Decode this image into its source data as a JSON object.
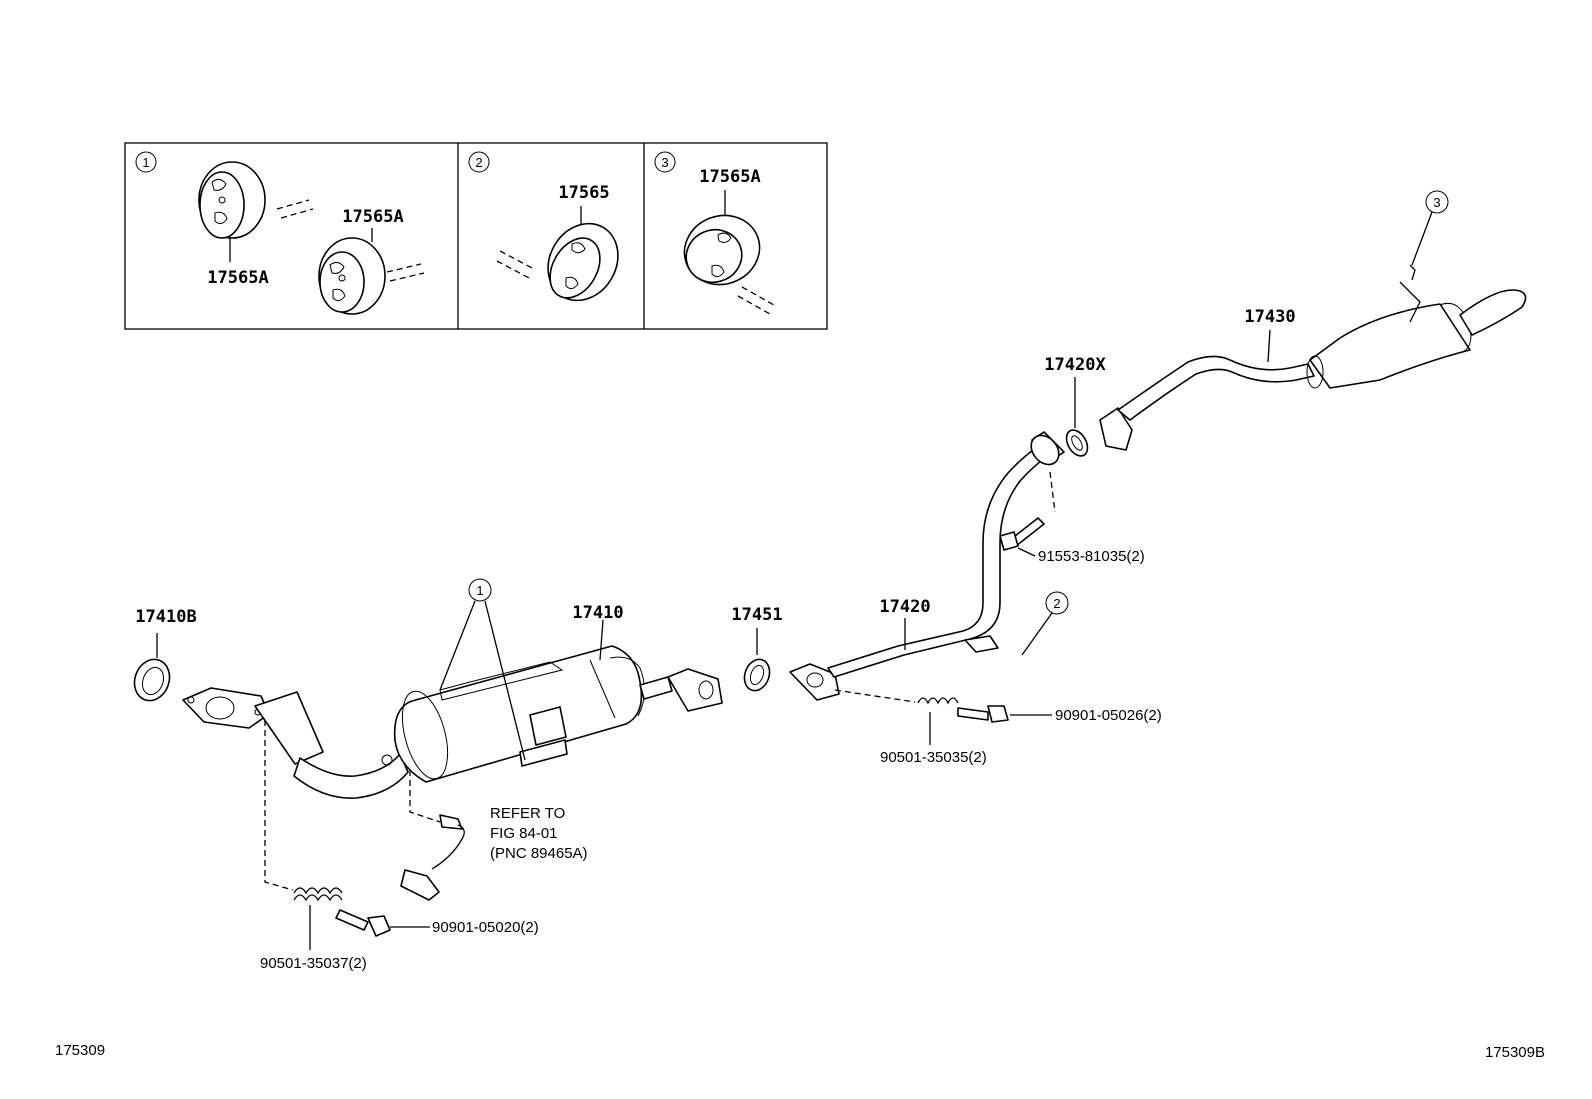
{
  "inset": {
    "panels": [
      {
        "callout": "1",
        "labels": [
          "17565A",
          "17565A"
        ]
      },
      {
        "callout": "2",
        "labels": [
          "17565"
        ]
      },
      {
        "callout": "3",
        "labels": [
          "17565A"
        ]
      }
    ]
  },
  "parts": {
    "p17410B": "17410B",
    "p17410": "17410",
    "p17451": "17451",
    "p17420": "17420",
    "p17420X": "17420X",
    "p17430": "17430",
    "bolt_91553": "91553-81035(2)",
    "bolt_90901_026": "90901-05026(2)",
    "spring_90501_035": "90501-35035(2)",
    "bolt_90901_020": "90901-05020(2)",
    "spring_90501_037": "90501-35037(2)"
  },
  "callouts": {
    "c1": "1",
    "c2": "2",
    "c3": "3"
  },
  "refer": {
    "line1": "REFER TO",
    "line2": "FIG 84-01",
    "line3": "(PNC 89465A)"
  },
  "footer": {
    "left": "175309",
    "right": "175309B"
  }
}
